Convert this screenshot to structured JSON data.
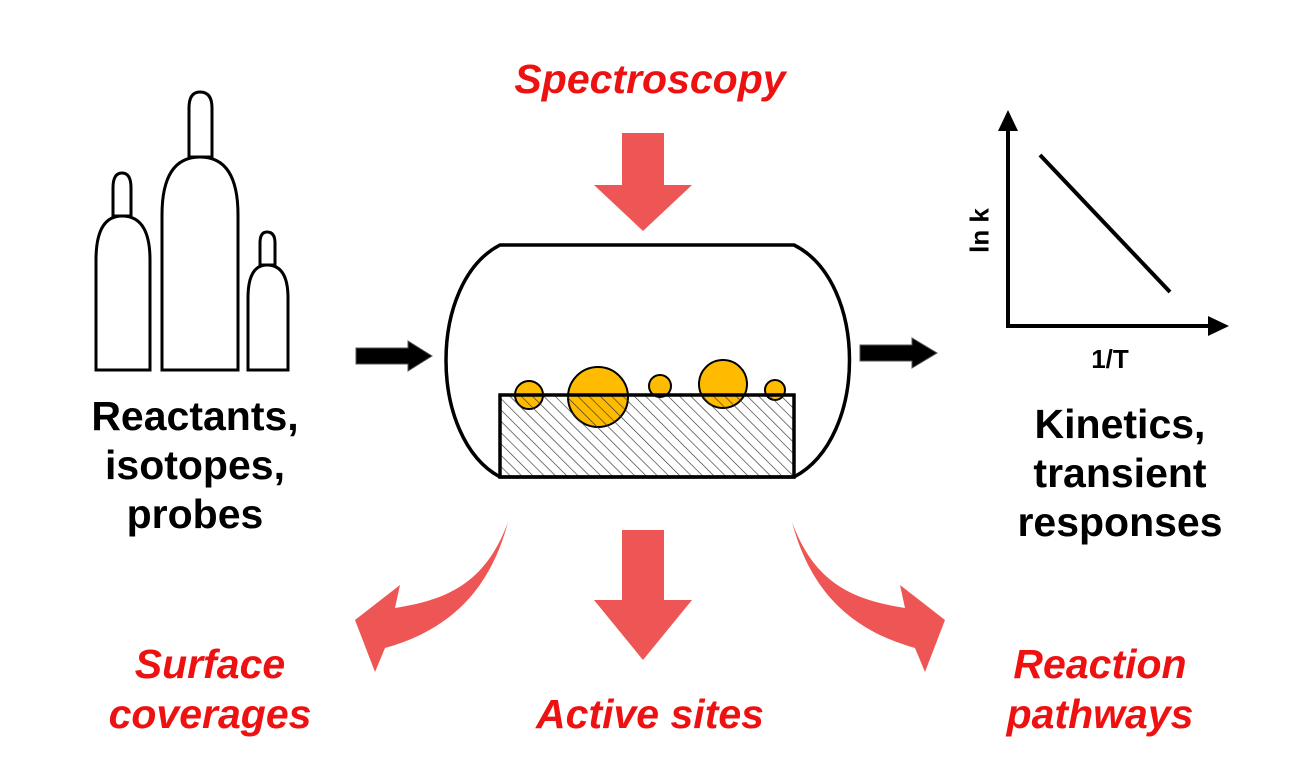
{
  "colors": {
    "accent_red": "#ee1111",
    "arrow_red": "#ee5555",
    "particle_gold": "#ffbb00",
    "outline": "#000000"
  },
  "icons": {
    "gas_cylinders": "gas-cylinders-icon",
    "reactor": "reactor-vessel-icon",
    "catalyst_bed": "hatched-catalyst-support-icon",
    "particles": "metal-nanoparticles-icon",
    "arrhenius_plot": "arrhenius-plot-icon"
  },
  "labels": {
    "spectroscopy": "Spectroscopy",
    "reactants_line1": "Reactants,",
    "reactants_line2": "isotopes,",
    "reactants_line3": "probes",
    "kinetics_line1": "Kinetics,",
    "kinetics_line2": "transient",
    "kinetics_line3": "responses",
    "surface_line1": "Surface",
    "surface_line2": "coverages",
    "active_sites": "Active sites",
    "reaction_line1": "Reaction",
    "reaction_line2": "pathways"
  },
  "plot": {
    "ylabel": "ln k",
    "xlabel": "1/T"
  }
}
